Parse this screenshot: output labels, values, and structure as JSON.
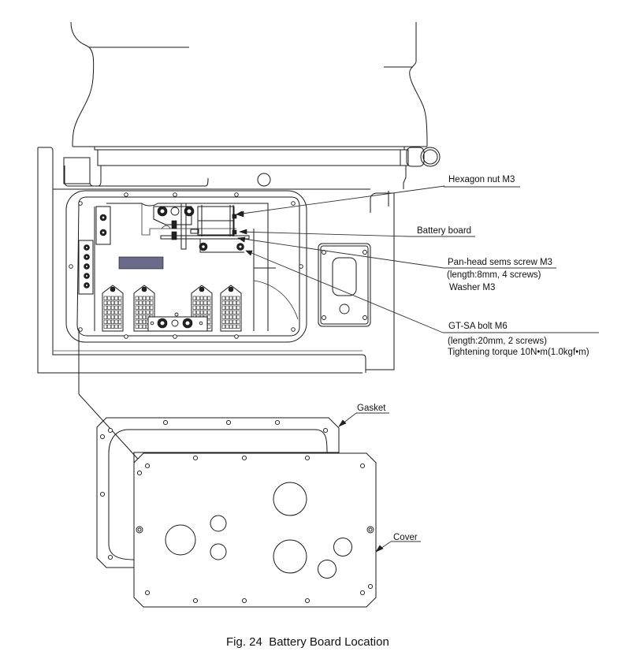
{
  "figure": {
    "number": "Fig. 24",
    "title": "Battery Board Location",
    "caption": "Fig. 24  Battery Board Location"
  },
  "callouts": {
    "hexagon_nut": {
      "label": "Hexagon nut M3"
    },
    "battery_board": {
      "label": "Battery board"
    },
    "pan_head_screw": {
      "label": "Pan-head sems screw M3",
      "detail": "(length:8mm, 4 screws)",
      "extra": "Washer M3"
    },
    "gt_sa_bolt": {
      "label": "GT-SA bolt M6",
      "detail": "(length:20mm, 2 screws)",
      "torque": "Tightening torque 10N•m(1.0kgf•m)"
    },
    "gasket": {
      "label": "Gasket"
    },
    "cover": {
      "label": "Cover"
    }
  },
  "parts": {
    "cover_cutouts": 7,
    "gasket_holes": 8,
    "connectors": 4
  }
}
